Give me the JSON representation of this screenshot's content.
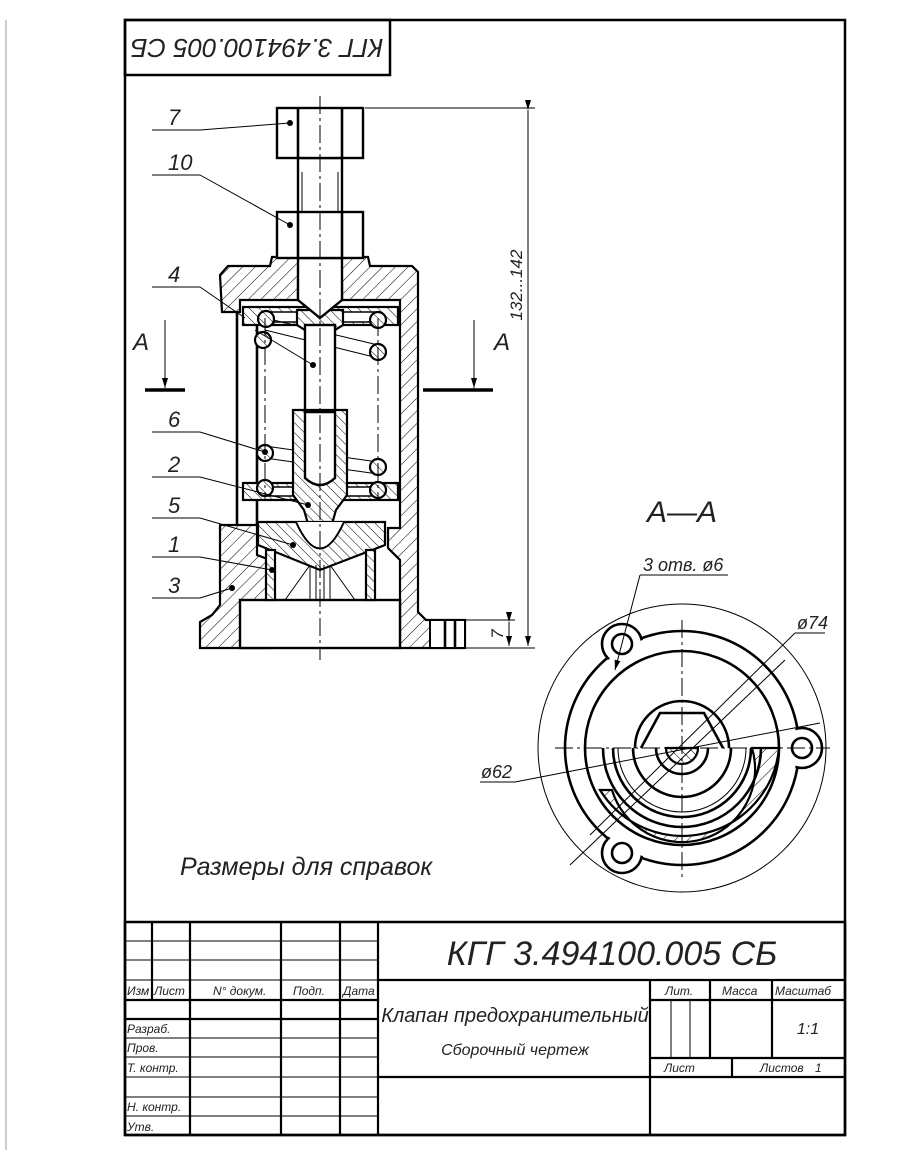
{
  "drawing": {
    "stamp_code": "КГГ 3.494100.005 СБ",
    "note": "Размеры для справок",
    "section_label": "А",
    "section_title": "А—А",
    "part_labels": [
      "7",
      "10",
      "4",
      "6",
      "2",
      "5",
      "1",
      "3"
    ],
    "dimensions": {
      "height": "132...142",
      "flange_thickness": "7",
      "holes": "3 отв. ø6",
      "outer_diameter": "ø74",
      "bolt_circle": "ø62"
    }
  },
  "title_block": {
    "designation": "КГГ 3.494100.005 СБ",
    "name": "Клапан предохранительный",
    "doc_type": "Сборочный чертеж",
    "headers": {
      "izm": "Изм",
      "list": "Лист",
      "doc_no": "N° докум.",
      "sign": "Подп.",
      "date": "Дата"
    },
    "roles": [
      "Разраб.",
      "Пров.",
      "Т. контр.",
      "Н. контр.",
      "Утв."
    ],
    "lit_label": "Лит.",
    "mass_label": "Масса",
    "scale_label": "Масштаб",
    "scale_value": "1:1",
    "sheet_label": "Лист",
    "sheets_label": "Листов",
    "sheets_value": "1"
  }
}
